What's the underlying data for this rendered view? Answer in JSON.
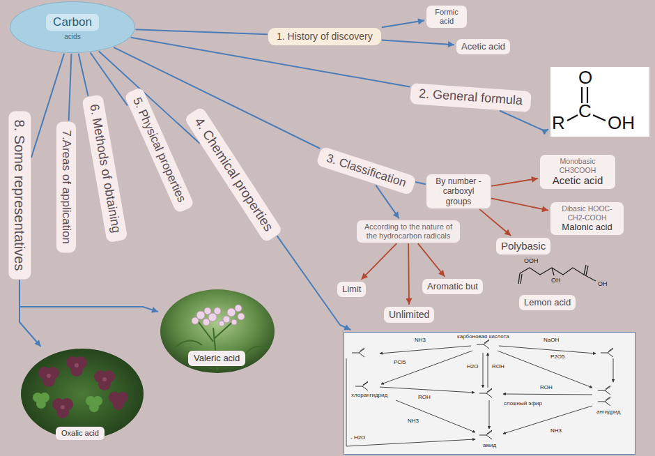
{
  "diagram": {
    "nodes": [
      {
        "text": [
          "Carbon",
          "acids"
        ]
      },
      {
        "text": [
          "1. History of discovery"
        ]
      },
      {
        "text": [
          "Formic acid"
        ]
      },
      {
        "text": [
          "Acetic acid"
        ]
      },
      {
        "text": [
          "2. General formula"
        ]
      },
      {
        "text": [
          "O",
          "C",
          "R",
          "OH"
        ]
      },
      {
        "text": [
          "3. Classification"
        ]
      },
      {
        "text": [
          "By number - carboxyl groups"
        ]
      },
      {
        "text": [
          "Monobasic CH3COOH",
          "Acetic acid"
        ]
      },
      {
        "text": [
          "Dibasic HOOC- CH2-COOH",
          "Malonic acid"
        ]
      },
      {
        "text": [
          "Polybasic"
        ]
      },
      {
        "text": [
          "Lemon acid"
        ]
      },
      {
        "text": [
          "According to the nature of the hydrocarbon radicals"
        ]
      },
      {
        "text": [
          "Limit"
        ]
      },
      {
        "text": [
          "Unlimited"
        ]
      },
      {
        "text": [
          "Aromatic but"
        ]
      },
      {
        "text": [
          "4. Chemical properties"
        ]
      },
      {
        "text": [
          "карбоновая кислота",
          "хлорангидрид",
          "сложный эфир",
          "ангидрид",
          "амид"
        ]
      },
      {
        "text": [
          "5. Physical properties"
        ]
      },
      {
        "text": [
          "6. Methods of obtaining"
        ]
      },
      {
        "text": [
          "7.Areas of application"
        ]
      },
      {
        "text": [
          "8. Some representatives"
        ]
      },
      {
        "text": [
          "Valeric acid"
        ]
      },
      {
        "text": [
          "Oxalic acid"
        ]
      }
    ],
    "edges": [
      {
        "from": 0,
        "to": 1,
        "arrow": "none"
      },
      {
        "from": 1,
        "to": 2,
        "arrow": "to"
      },
      {
        "from": 1,
        "to": 3,
        "arrow": "to"
      },
      {
        "from": 0,
        "to": 4,
        "arrow": "none"
      },
      {
        "from": 4,
        "to": 5,
        "arrow": "to"
      },
      {
        "from": 0,
        "to": 6,
        "arrow": "none"
      },
      {
        "from": 6,
        "to": 7,
        "arrow": "none"
      },
      {
        "from": 7,
        "to": 8,
        "arrow": "to"
      },
      {
        "from": 7,
        "to": 9,
        "arrow": "to"
      },
      {
        "from": 7,
        "to": 10,
        "arrow": "to"
      },
      {
        "from": 6,
        "to": 12,
        "arrow": "to"
      },
      {
        "from": 12,
        "to": 13,
        "arrow": "to"
      },
      {
        "from": 12,
        "to": 14,
        "arrow": "to"
      },
      {
        "from": 12,
        "to": 15,
        "arrow": "to"
      },
      {
        "from": 0,
        "to": 16,
        "arrow": "none"
      },
      {
        "from": 16,
        "to": 17,
        "arrow": "to"
      },
      {
        "from": 0,
        "to": 18,
        "arrow": "none"
      },
      {
        "from": 0,
        "to": 19,
        "arrow": "none"
      },
      {
        "from": 0,
        "to": 20,
        "arrow": "none"
      },
      {
        "from": 0,
        "to": 21,
        "arrow": "none"
      },
      {
        "from": 21,
        "to": 22,
        "arrow": "to"
      },
      {
        "from": 21,
        "to": 23,
        "arrow": "to"
      }
    ],
    "labels": [
      "OOH",
      "OH",
      "OH",
      "NH3",
      "NaOH",
      "PCl5",
      "H2O",
      "ROH",
      "P2O5",
      "ROH",
      "NH3",
      "ROH",
      "NH3",
      "- H2O"
    ]
  }
}
